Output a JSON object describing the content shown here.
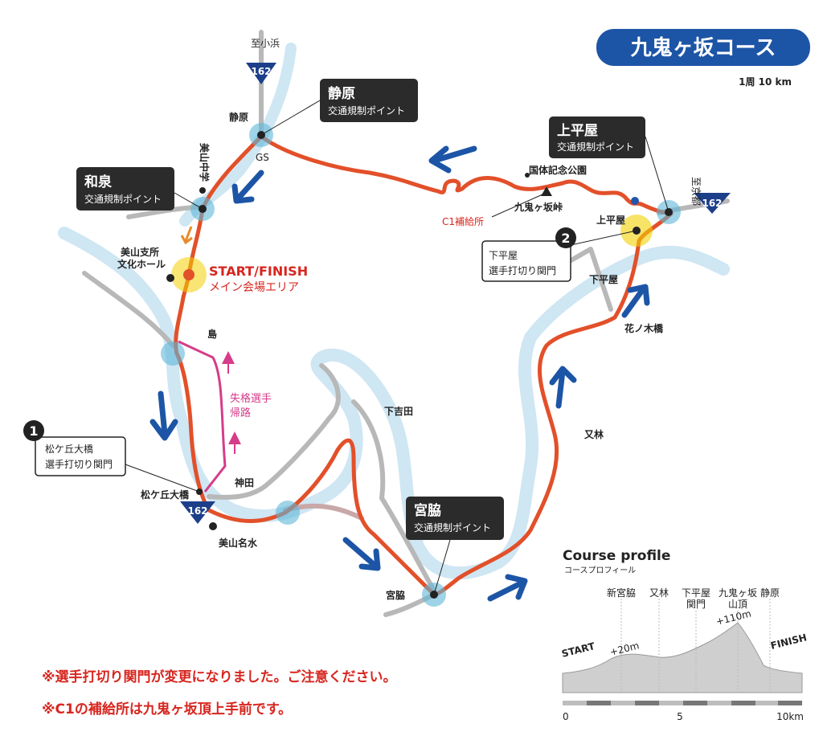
{
  "title": "九鬼ヶ坂コース",
  "lap": "1周 10 km",
  "start_finish": {
    "title": "START/FINISH",
    "subtitle": "メイン会場エリア"
  },
  "traffic_points": [
    {
      "name": "静原",
      "sub": "交通規制ポイント"
    },
    {
      "name": "和泉",
      "sub": "交通規制ポイント"
    },
    {
      "name": "上平屋",
      "sub": "交通規制ポイント"
    },
    {
      "name": "宮脇",
      "sub": "交通規制ポイント"
    }
  ],
  "cutoffs": [
    {
      "number": "1",
      "line1": "松ケ丘大橋",
      "line2": "選手打切り関門"
    },
    {
      "number": "2",
      "line1": "下平屋",
      "line2": "選手打切り関門"
    }
  ],
  "places": {
    "to_obama": "至小浜",
    "to_kyoto": "至京都",
    "shizuhara": "静原",
    "gs": "GS",
    "miyama_jhs": "美山中学",
    "miyama_branch_1": "美山支所",
    "miyama_branch_2": "文化ホール",
    "shima": "島",
    "dq_return_1": "失格選手",
    "dq_return_2": "帰路",
    "kanda": "神田",
    "matsugaoka": "松ケ丘大橋",
    "meisui": "美山名水",
    "shimoyoshida": "下吉田",
    "miyawaki": "宮脇",
    "matabayashi": "又林",
    "hananoki": "花ノ木橋",
    "shimohiraya": "下平屋",
    "kamihiraya": "上平屋",
    "kokutai_park": "国体記念公園",
    "kukigasaka_pass": "九鬼ヶ坂峠",
    "c1_aid": "C1補給所"
  },
  "route_shields": [
    "162",
    "162",
    "162"
  ],
  "notes": [
    "※選手打切り関門が変更になりました。ご注意ください。",
    "※C1の補給所は九鬼ヶ坂頂上手前です。"
  ],
  "colors": {
    "course": "#e2502a",
    "river": "#cfe6f3",
    "road": "#b8b8b8",
    "callout": "#2b2b2b",
    "title_bg": "#1d55a6",
    "shield": "#1d3f8a",
    "arrow": "#1d55a6",
    "dq_route": "#d63c8a",
    "note_red": "#d7261f"
  },
  "profile": {
    "title": "Course profile",
    "subtitle": "コースプロフィール",
    "start": "START",
    "finish": "FINISH",
    "points": [
      "新宮脇",
      "又林",
      "下平屋",
      "関門",
      "九鬼ヶ坂",
      "山頂",
      "静原"
    ],
    "gain_low": "+20m",
    "gain_high": "+110m",
    "axis_ticks": [
      "0",
      "5",
      "10km"
    ]
  }
}
